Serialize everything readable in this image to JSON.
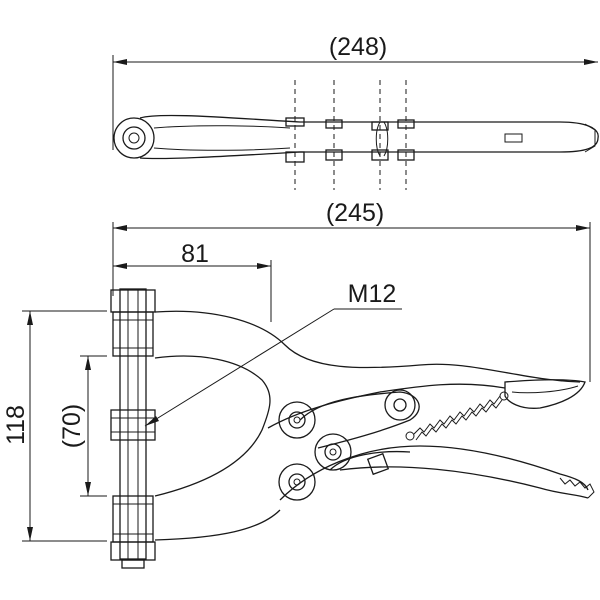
{
  "dimensions": {
    "top_overall_length": "(248)",
    "overall_length": "(245)",
    "width_81": "81",
    "thread": "M12",
    "height_118": "118",
    "height_70": "(70)"
  }
}
